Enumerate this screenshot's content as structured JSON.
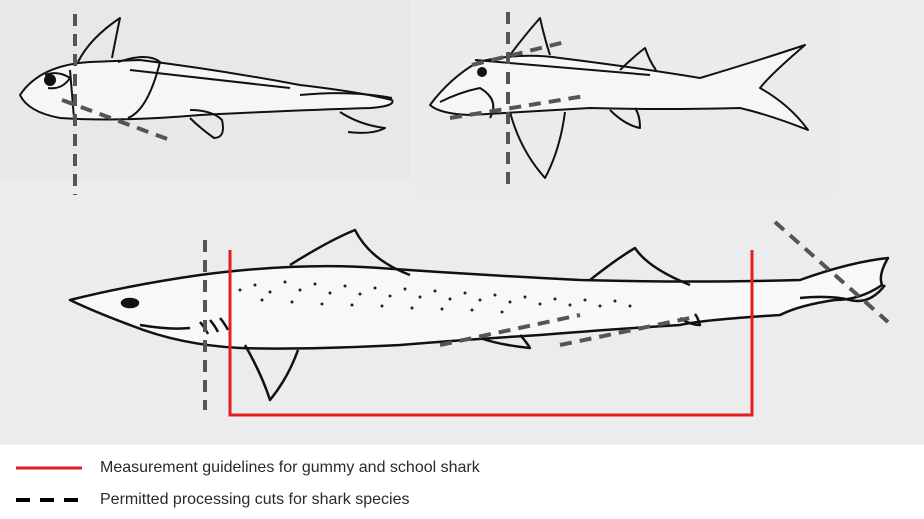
{
  "legend": [
    {
      "label": "Measurement guidelines for gummy and school shark",
      "color": "#e02020",
      "style": "solid"
    },
    {
      "label": "Permitted processing cuts for shark species",
      "color": "#000000",
      "style": "dashed"
    }
  ],
  "colors": {
    "panel_background": "#ececec",
    "outline": "#111111",
    "measurement_line": "#e02020",
    "processing_cut": "#555555"
  }
}
